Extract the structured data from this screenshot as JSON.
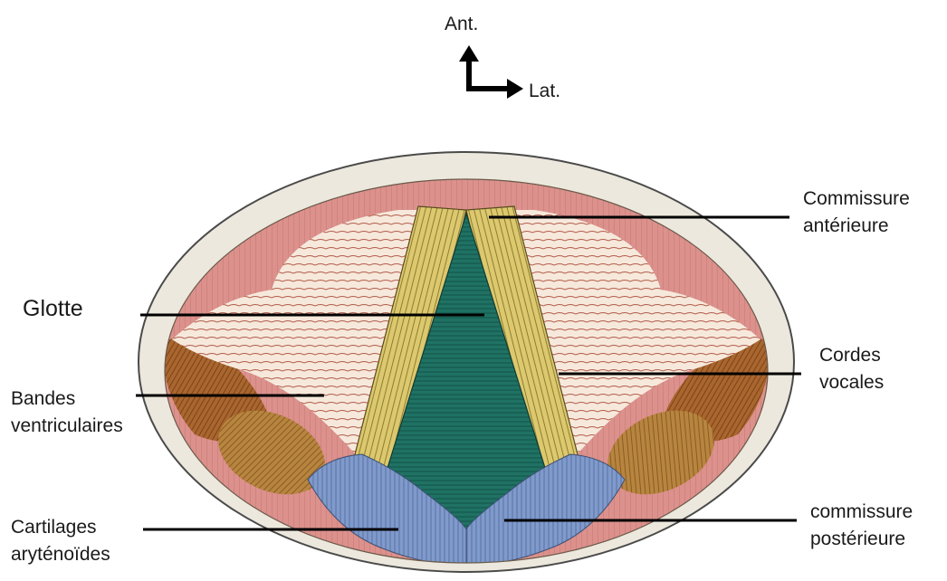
{
  "orientation": {
    "anterior": "Ant.",
    "lateral": "Lat."
  },
  "labels": {
    "commissure_anterieure": [
      "Commissure",
      "antérieure"
    ],
    "glotte": "Glotte",
    "cordes_vocales": [
      "Cordes",
      "vocales"
    ],
    "bandes_ventriculaires": [
      "Bandes",
      "ventriculaires"
    ],
    "cartilages_arytenoides": [
      "Cartilages",
      "aryténoïdes"
    ],
    "commissure_posterieure": [
      "commissure",
      "postérieure"
    ]
  },
  "colors": {
    "outer_ring": "#ebe7dc",
    "muscle_pink": "#d98e8a",
    "ventricular_band": "#f5e6da",
    "vocal_cord": "#d9c46c",
    "glottis": "#1e6e62",
    "arytenoid": "#7d98c8",
    "brown": "#a8632c",
    "orange": "#d98a3c"
  }
}
